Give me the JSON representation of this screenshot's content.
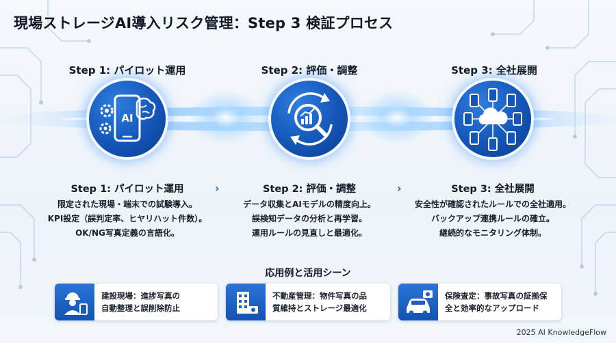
{
  "title": "現場ストレージAI導入リスク管理：Step 3 検証プロセス",
  "steps": [
    {
      "top_label": "Step 1: パイロット運用",
      "heading": "Step 1: パイロット運用",
      "lines": [
        "限定された現場・端末での試験導入。",
        "KPI設定（誤判定率、ヒヤリハット件数）。",
        "OK/NG写真定義の言語化。"
      ],
      "icon": "smartphone-ai-brain-gears-icon"
    },
    {
      "top_label": "Step 2: 評価・調整",
      "heading": "Step 2: 評価・調整",
      "lines": [
        "データ収集とAIモデルの精度向上。",
        "誤検知データの分析と再学習。",
        "運用ルールの見直しと最適化。"
      ],
      "icon": "magnifier-chart-refresh-icon"
    },
    {
      "top_label": "Step 3: 全社展開",
      "heading": "Step 3: 全社展開",
      "lines": [
        "安全性が確認されたルールでの全社適用。",
        "バックアップ連携ルールの確立。",
        "継続的なモニタリング体制。"
      ],
      "icon": "cloud-network-devices-icon"
    }
  ],
  "separator": "›",
  "applications": {
    "title": "応用例と活用シーン",
    "items": [
      {
        "lines": [
          "建設現場：進捗写真の",
          "自動整理と誤削除防止"
        ],
        "icon": "worker-tablet-icon"
      },
      {
        "lines": [
          "不動産管理：物件写真の品",
          "質維持とストレージ最適化"
        ],
        "icon": "building-camera-icon"
      },
      {
        "lines": [
          "保険査定：事故写真の証拠保",
          "全と効率的なアップロード"
        ],
        "icon": "car-camera-icon"
      }
    ]
  },
  "footer": "2025 AI KnowledgeFlow",
  "colors": {
    "accent": "#1456b8",
    "glow": "#4da3ff",
    "text": "#121826"
  }
}
